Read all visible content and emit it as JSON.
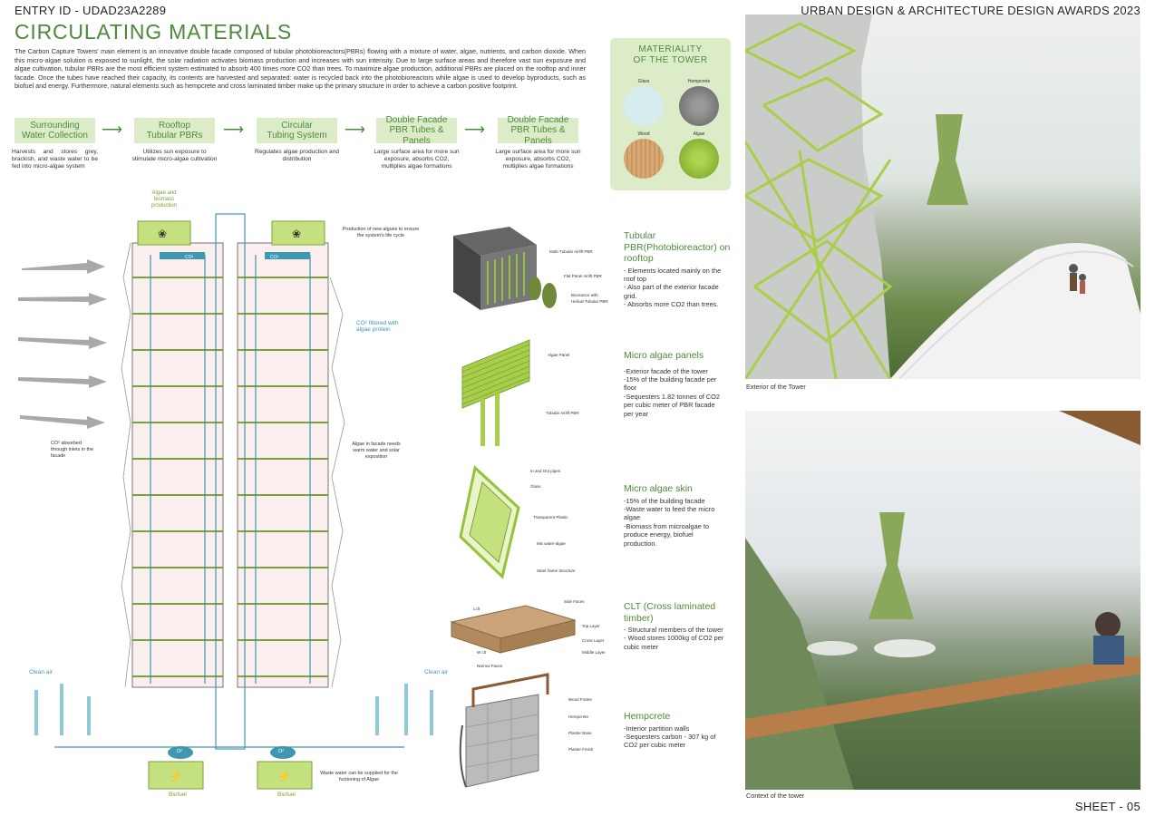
{
  "header": {
    "entry_id": "ENTRY ID - UDAD23A2289",
    "awards": "URBAN DESIGN & ARCHITECTURE DESIGN AWARDS 2023",
    "sheet": "SHEET - 05"
  },
  "title": "CIRCULATING MATERIALS",
  "intro": "The Carbon Capture Towers' main element is an innovative double facade composed of tubular photobioreactors(PBRs) flowing with a mixture of water, algae, nutrients, and carbon dioxide. When this micro-algae solution is exposed to sunlight, the solar radiation activates biomass production and increases with sun intensity. Due to large surface areas and therefore vast sun exposure and algae cultivation, tubular PBRs are the most efficient system estimated to absorb 400 times more CO2 than trees. To maximize algae production, additional PBRs are placed on the rooftop and inner facade. Once the tubes have reached their capacity, its contents are harvested and separated: water is recycled back into the photobioreactors while algae is used to develop byproducts, such as biofuel and energy. Furthermore, natural elements such as hempcrete and cross laminated timber make up the primary structure in order to achieve a carbon positive footprint.",
  "steps": [
    {
      "l1": "Surrounding",
      "l2": "Water Collection",
      "desc": "Harvests and stores grey, brackish, and waste water to be fed into micro-algae system"
    },
    {
      "l1": "Rooftop",
      "l2": "Tubular PBRs",
      "desc": "Utilizes sun exposure to stimulate micro-algae cultivation"
    },
    {
      "l1": "Circular",
      "l2": "Tubing System",
      "desc": "Regulates algae production and distribution"
    },
    {
      "l1": "Double Facade",
      "l2": "PBR Tubes & Panels",
      "desc": "Large surface area for more sun exposure, absorbs CO2, multiplies algae formations"
    },
    {
      "l1": "Double Facade",
      "l2": "PBR Tubes & Panels",
      "desc": "Large surface area for more sun exposure, absorbs CO2, multiplies algae formations"
    }
  ],
  "materiality": {
    "title1": "MATERIALITY",
    "title2": "OF THE TOWER",
    "items": [
      {
        "label": "Glass",
        "color": "#d6ecef"
      },
      {
        "label": "Hempcrete",
        "color": "#8d8d8d"
      },
      {
        "label": "Wood",
        "color": "#d8a873"
      },
      {
        "label": "Algae",
        "color": "#95c23d"
      }
    ]
  },
  "diagram": {
    "algae_biomass": "Algae and biomass production",
    "new_algues": "Production of new algues to ensure the system's life cycle",
    "co2_filtered": "CO² filtered with algae protein",
    "co2_absorbed": "CO² absorbed through inlets in the facade",
    "algae_facade": "Algae in facade needs warm water and solar exposition",
    "clean_air_left": "Clean air",
    "clean_air_right": "Clean air",
    "waste_water": "Waste water can be supplied for the fuctioning of Algae",
    "biofuel_left": "Biofuel",
    "biofuel_right": "Biofuel",
    "co2_label": "CO²",
    "o2_label": "O²"
  },
  "details": {
    "pbr": {
      "l1": "Multi-Tubular Airlift PBR",
      "l2": "Flat Panel Airlift PBR",
      "l3": "Bioreactor with Helical-Tubular PBR"
    },
    "panel": {
      "l1": "Algae Panel",
      "l2": "Tubular Airlift PBR"
    },
    "skin": {
      "l1": "In and Out pipes",
      "l2": "Glass",
      "l3": "Transparent Plastic",
      "l4": "Mix water-algae",
      "l5": "Steel frame Structure"
    },
    "clt": {
      "l1": "Side Faces",
      "l2": "Top Layer",
      "l3": "Cross Layer",
      "l4": "Middle Layer",
      "l5": "Narrow Faces",
      "l6": "Lclt",
      "l7": "W clt"
    },
    "hemp": {
      "l1": "Wood Frame",
      "l2": "Hempcrete",
      "l3": "Plaster Base",
      "l4": "Plaster Finish"
    }
  },
  "sections": [
    {
      "head": "Tubular PBR(Photobioreactor) on rooftop",
      "body": "- Elements located mainly on the roof top\n- Also part of the exterior facade grid.\n- Absorbs more CO2 than trees."
    },
    {
      "head": "Micro algae panels",
      "body": "-Exterior facade of the tower\n-15% of the building facade per floor\n-Sequesters 1.82 tonnes of CO2 per cubic meter of PBR facade per year"
    },
    {
      "head": "Micro algae skin",
      "body": "-15% of the building facade\n-Waste water to feed the micro algae\n-Biomass from microalgae to produce energy, biofuel production."
    },
    {
      "head": "CLT (Cross laminated timber)",
      "body": "- Structural members of the tower\n- Wood stores 1000kg of CO2 per cubic meter"
    },
    {
      "head": "Hempcrete",
      "body": "-Interior partition walls\n-Sequesters carbon - 307 kg of CO2 per cubic meter"
    }
  ],
  "captions": {
    "exterior": "Exterior of the Tower",
    "context": "Context of the tower"
  }
}
